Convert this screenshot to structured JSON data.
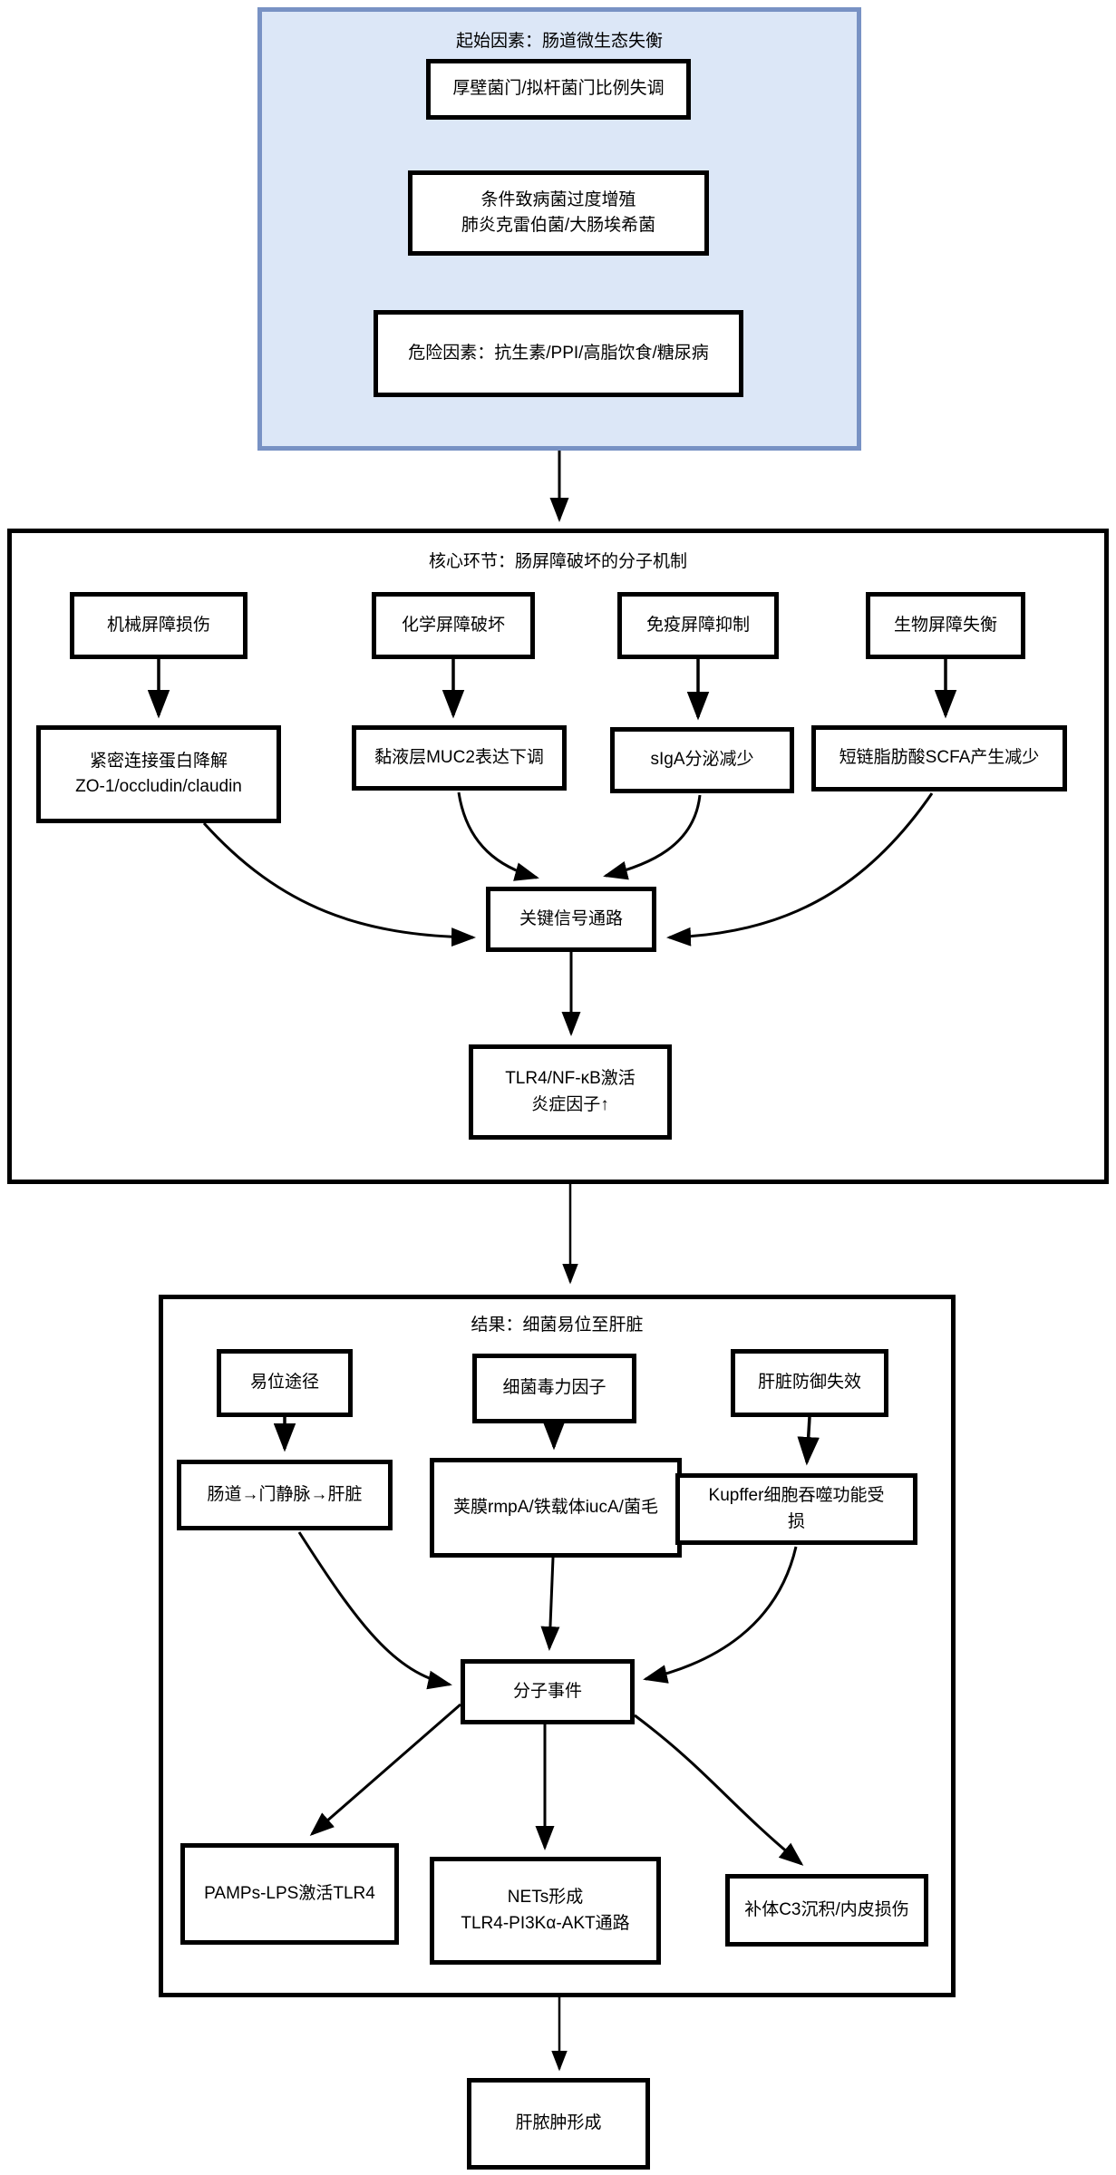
{
  "diagram": {
    "section1": {
      "title": "起始因素：肠道微生态失衡",
      "box1": "厚壁菌门/拟杆菌门比例失调",
      "box2": "条件致病菌过度增殖\n肺炎克雷伯菌/大肠埃希菌",
      "box3": "危险因素：抗生素/PPI/高脂饮食/糖尿病",
      "colors": {
        "border": "#7892C4",
        "fill": "#DCE7F7"
      }
    },
    "section2": {
      "title": "核心环节：肠屏障破坏的分子机制",
      "row1": [
        "机械屏障损伤",
        "化学屏障破坏",
        "免疫屏障抑制",
        "生物屏障失衡"
      ],
      "row2": [
        "紧密连接蛋白降解\nZO-1/occludin/claudin",
        "黏液层MUC2表达下调",
        "sIgA分泌减少",
        "短链脂肪酸SCFA产生减少"
      ],
      "hub": "关键信号通路",
      "outcome": "TLR4/NF-κB激活\n炎症因子↑"
    },
    "section3": {
      "title": "结果：细菌易位至肝脏",
      "row1": [
        "易位途径",
        "细菌毒力因子",
        "肝脏防御失效"
      ],
      "row2": [
        "肠道→门静脉→肝脏",
        "荚膜rmpA/铁载体iucA/菌毛",
        "Kupffer细胞吞噬功能受\n损"
      ],
      "hub": "分子事件",
      "row3": [
        "PAMPs-LPS激活TLR4",
        "NETs形成\nTLR4-PI3Kα-AKT通路",
        "补体C3沉积/内皮损伤"
      ]
    },
    "final_box": "肝脓肿形成"
  }
}
